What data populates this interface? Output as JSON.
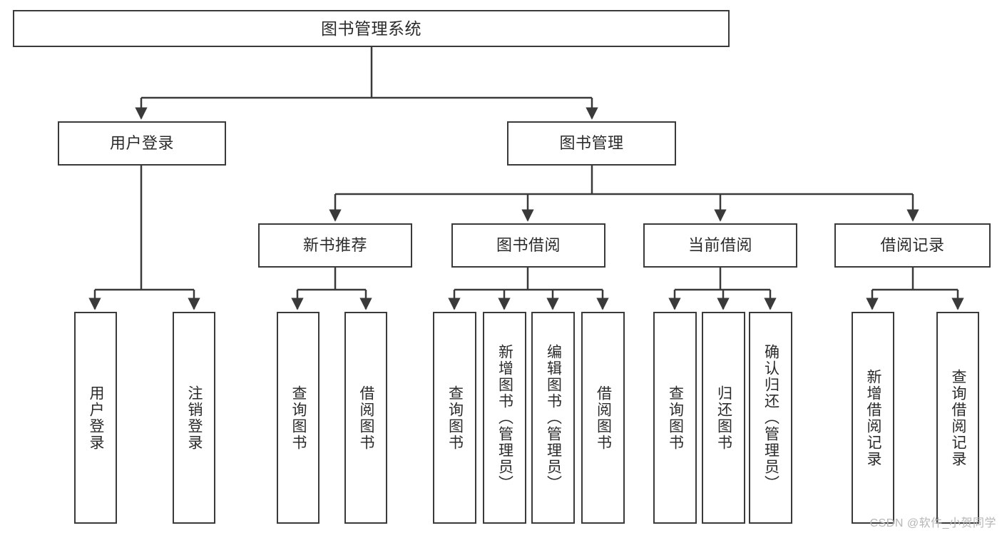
{
  "diagram": {
    "type": "tree-hierarchy",
    "title": "图书管理系统",
    "watermark": "CSDN @软件_小贺同学",
    "colors": {
      "box_border": "#3a3a3a",
      "box_fill": "#ffffff",
      "connector": "#3a3a3a",
      "text": "#2b2b2b",
      "watermark": "#b6b6b6",
      "background": "#ffffff"
    },
    "levels": [
      {
        "level": 1,
        "nodes": [
          {
            "id": "root",
            "label": "图书管理系统"
          }
        ]
      },
      {
        "level": 2,
        "nodes": [
          {
            "id": "user-login",
            "label": "用户登录"
          },
          {
            "id": "book-manage",
            "label": "图书管理"
          }
        ]
      },
      {
        "level": 3,
        "nodes": [
          {
            "id": "new-book-rec",
            "label": "新书推荐"
          },
          {
            "id": "book-borrow",
            "label": "图书借阅"
          },
          {
            "id": "current-borrow",
            "label": "当前借阅"
          },
          {
            "id": "borrow-record",
            "label": "借阅记录"
          }
        ]
      },
      {
        "level": 4,
        "nodes": [
          {
            "id": "leaf-user-login",
            "label": "用户登录"
          },
          {
            "id": "leaf-logout",
            "label": "注销登录"
          },
          {
            "id": "leaf-query-book-1",
            "label": "查询图书"
          },
          {
            "id": "leaf-borrow-book-1",
            "label": "借阅图书"
          },
          {
            "id": "leaf-query-book-2",
            "label": "查询图书"
          },
          {
            "id": "leaf-add-book",
            "label": "新增图书（管理员）"
          },
          {
            "id": "leaf-edit-book",
            "label": "编辑图书（管理员）"
          },
          {
            "id": "leaf-borrow-book-2",
            "label": "借阅图书"
          },
          {
            "id": "leaf-query-book-3",
            "label": "查询图书"
          },
          {
            "id": "leaf-return-book",
            "label": "归还图书"
          },
          {
            "id": "leaf-confirm-return",
            "label": "确认归还（管理员）"
          },
          {
            "id": "leaf-add-record",
            "label": "新增借阅记录"
          },
          {
            "id": "leaf-query-record",
            "label": "查询借阅记录"
          }
        ]
      }
    ],
    "edges": [
      {
        "from": "root",
        "to": "user-login"
      },
      {
        "from": "root",
        "to": "book-manage"
      },
      {
        "from": "user-login",
        "to": "leaf-user-login"
      },
      {
        "from": "user-login",
        "to": "leaf-logout"
      },
      {
        "from": "book-manage",
        "to": "new-book-rec"
      },
      {
        "from": "book-manage",
        "to": "book-borrow"
      },
      {
        "from": "book-manage",
        "to": "current-borrow"
      },
      {
        "from": "book-manage",
        "to": "borrow-record"
      },
      {
        "from": "new-book-rec",
        "to": "leaf-query-book-1"
      },
      {
        "from": "new-book-rec",
        "to": "leaf-borrow-book-1"
      },
      {
        "from": "book-borrow",
        "to": "leaf-query-book-2"
      },
      {
        "from": "book-borrow",
        "to": "leaf-add-book"
      },
      {
        "from": "book-borrow",
        "to": "leaf-edit-book"
      },
      {
        "from": "book-borrow",
        "to": "leaf-borrow-book-2"
      },
      {
        "from": "current-borrow",
        "to": "leaf-query-book-3"
      },
      {
        "from": "current-borrow",
        "to": "leaf-return-book"
      },
      {
        "from": "current-borrow",
        "to": "leaf-confirm-return"
      },
      {
        "from": "borrow-record",
        "to": "leaf-add-record"
      },
      {
        "from": "borrow-record",
        "to": "leaf-query-record"
      }
    ]
  }
}
